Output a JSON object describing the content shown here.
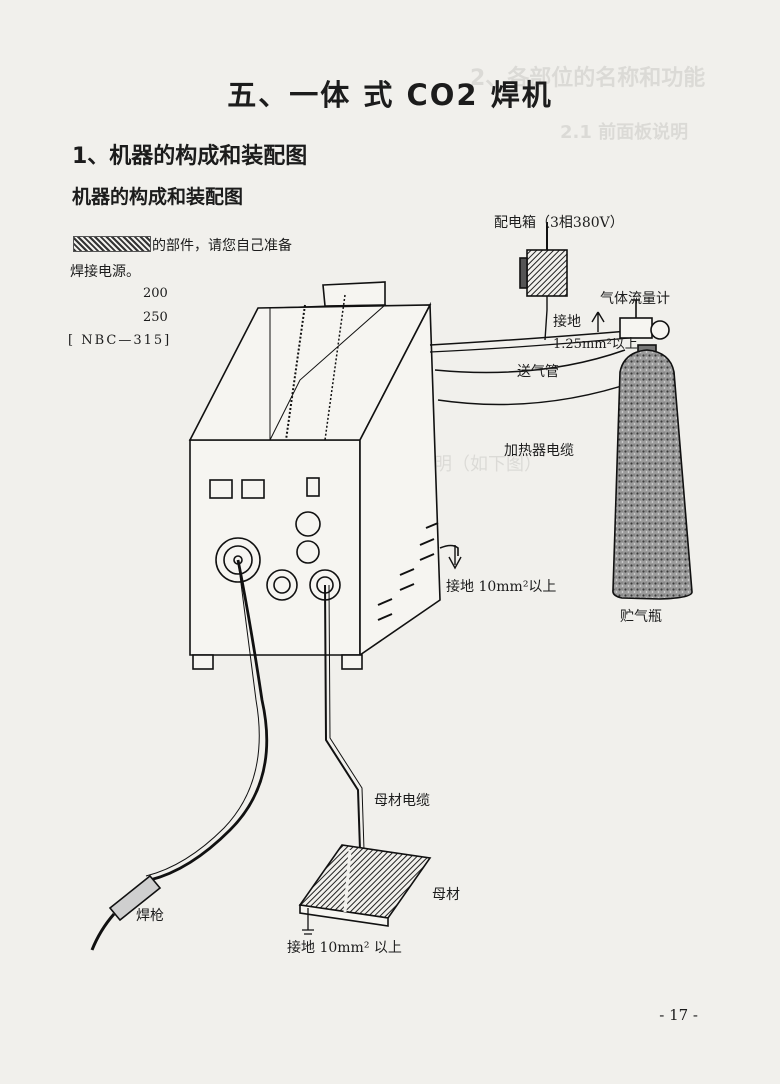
{
  "page": {
    "title": "五、一体 式 CO2 焊机",
    "section": "1、机器的构成和装配图",
    "subsection": "机器的构成和装配图",
    "page_number": "- 17 -"
  },
  "legend": {
    "hatch_text": "的部件，请您自己准备",
    "power_text": "焊接电源。",
    "spec_200": "200",
    "spec_250": "250",
    "model": "[ NBC—315]"
  },
  "labels": {
    "power_box": "配电箱（3相380V）",
    "flowmeter": "气体流量计",
    "ground_small_title": "接地",
    "ground_small_value": "1.25mm²以上",
    "gas_hose": "送气管",
    "heater_cable": "加热器电缆",
    "ground_right": "接地  10mm²以上",
    "cylinder": "贮气瓶",
    "base_cable": "母材电缆",
    "base_metal": "母材",
    "torch": "焊枪",
    "ground_bottom": "接地  10mm² 以上"
  },
  "show_through": {
    "heading": "2、各部位的名称和功能",
    "sub": "2.1  前面板说明",
    "panel": "焊机电源的面板说明（如下图）"
  }
}
